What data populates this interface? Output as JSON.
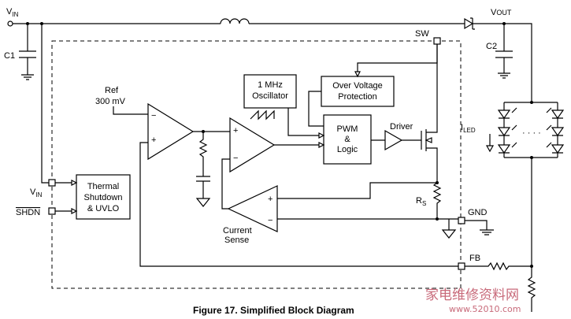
{
  "labels": {
    "vin_main": "V",
    "vin_main_sub": "IN",
    "vout": "V",
    "vout_sub": "OUT",
    "c1": "C1",
    "c2": "C2",
    "sw": "SW",
    "ref": "Ref",
    "ref_value": "300 mV",
    "oscillator_l1": "1 MHz",
    "oscillator_l2": "Oscillator",
    "ovp_l1": "Over Voltage",
    "ovp_l2": "Protection",
    "pwm_l1": "PWM",
    "pwm_l2": "&",
    "pwm_l3": "Logic",
    "driver": "Driver",
    "thermal_l1": "Thermal",
    "thermal_l2": "Shutdown",
    "thermal_l3": "& UVLO",
    "vin_pin": "V",
    "vin_pin_sub": "IN",
    "shdn": "SHDN",
    "current_sense_l1": "Current",
    "current_sense_l2": "Sense",
    "rs": "R",
    "rs_sub": "S",
    "gnd": "GND",
    "fb": "FB",
    "iled": "I",
    "iled_sub": "LED",
    "dots": "· · · ·",
    "plus": "+",
    "minus": "−"
  },
  "caption": "Figure 17. Simplified Block Diagram",
  "watermark": "家电维修资料网",
  "watermark_url": "www.52010.com",
  "colors": {
    "line": "#000000",
    "watermark": "#c86a7a"
  }
}
